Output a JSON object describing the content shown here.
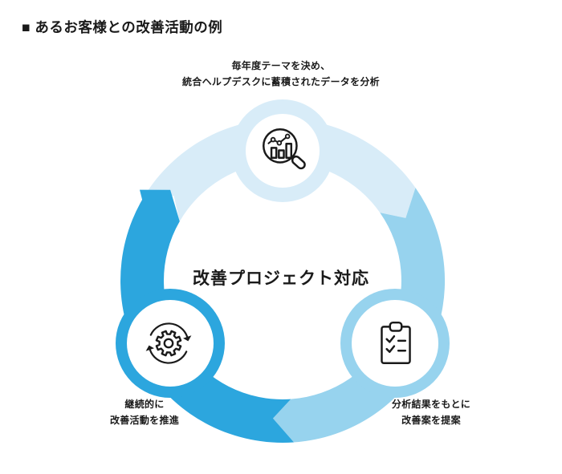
{
  "header": {
    "title": "■ あるお客様との改善活動の例"
  },
  "colors": {
    "light": "#D8ECF8",
    "medium": "#97D3EE",
    "dark": "#2CA6DE",
    "ink": "#1a1a1a",
    "node_fill": "#ffffff"
  },
  "cycle": {
    "center_label": "改善プロジェクト対応",
    "direction": "clockwise",
    "steps": [
      {
        "id": "analyze",
        "position": "top",
        "icon": "magnifier-chart-icon",
        "color": "#D8ECF8",
        "label_lines": [
          "毎年度テーマを決め、",
          "統合ヘルプデスクに蓄積されたデータを分析"
        ]
      },
      {
        "id": "propose",
        "position": "bottom-right",
        "icon": "clipboard-checklist-icon",
        "color": "#97D3EE",
        "label_lines": [
          "分析結果をもとに",
          "改善案を提案"
        ]
      },
      {
        "id": "promote",
        "position": "bottom-left",
        "icon": "gear-sync-icon",
        "color": "#2CA6DE",
        "label_lines": [
          "継続的に",
          "改善活動を推進"
        ]
      }
    ]
  }
}
